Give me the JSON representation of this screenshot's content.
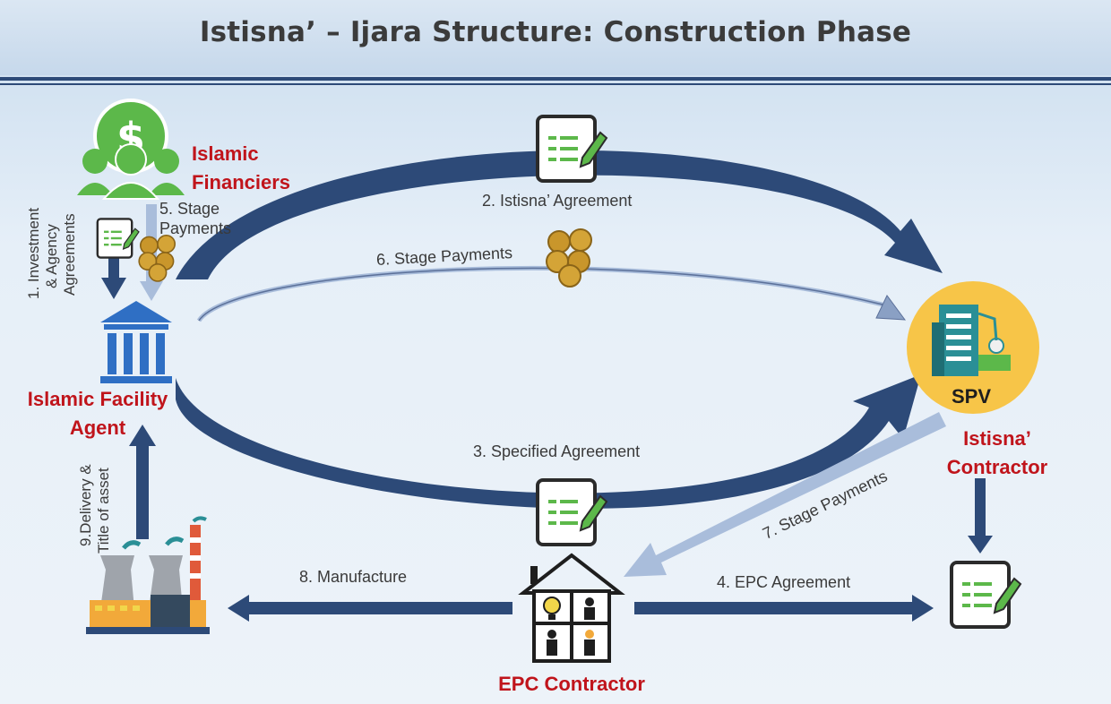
{
  "title": "Istisna’ – Ijara Structure: Construction Phase",
  "nodes": {
    "islamic_financiers": "Islamic Financiers",
    "facility_agent": "Islamic Facility Agent",
    "spv": "SPV",
    "istisna_contractor": "Istisna’ Contractor",
    "epc_contractor": "EPC Contractor"
  },
  "flows": {
    "f1_line1": "1. Investment",
    "f1_line2": "& Agency",
    "f1_line3": "Agreements",
    "f2": "2. Istisna’ Agreement",
    "f3": "3. Specified Agreement",
    "f4": "4. EPC Agreement",
    "f5_line1": "5. Stage",
    "f5_line2": "Payments",
    "f6": "6. Stage Payments",
    "f7": "7. Stage Payments",
    "f8": "8. Manufacture",
    "f9_line1": "9.Delivery &",
    "f9_line2": "Title of asset"
  },
  "colors": {
    "arrow_dark": "#2d4a78",
    "arrow_light": "#a9bddb",
    "label_red": "#c0141b",
    "doc_green": "#5cb84a",
    "spv_circle": "#f7c548"
  }
}
